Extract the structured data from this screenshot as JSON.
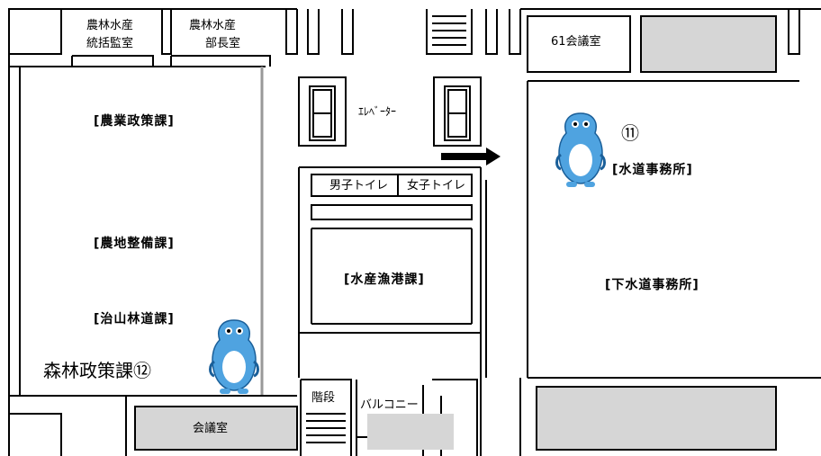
{
  "rooms": {
    "agri_supervisor": [
      "農林水産",
      "統括監室"
    ],
    "agri_director": [
      "農林水産",
      "部長室"
    ],
    "meeting_61": "61会議室",
    "elevator": "ｴﾚﾍﾞｰﾀｰ",
    "mens_toilet": "男子トイレ",
    "womens_toilet": "女子トイレ",
    "stairs": "階段",
    "balcony": "バルコニー",
    "meeting_room": "会議室"
  },
  "departments": {
    "agri_policy": "[農業政策課]",
    "farmland": "[農地整備課]",
    "forest_road": "[治山林道課]",
    "forest_policy": "森林政策課⑫",
    "fishery_port": "[水産漁港課]",
    "water_office": "[水道事務所]",
    "water_marker": "⑪",
    "sewer_office": "[下水道事務所]"
  },
  "colors": {
    "wall": "#000000",
    "fill_gray": "#d6d6d6",
    "mascot_blue": "#4fa3e0",
    "mascot_belly": "#ffffff"
  },
  "icons": {
    "arrow": "right-arrow",
    "mascot": "water-drop-mascot"
  }
}
